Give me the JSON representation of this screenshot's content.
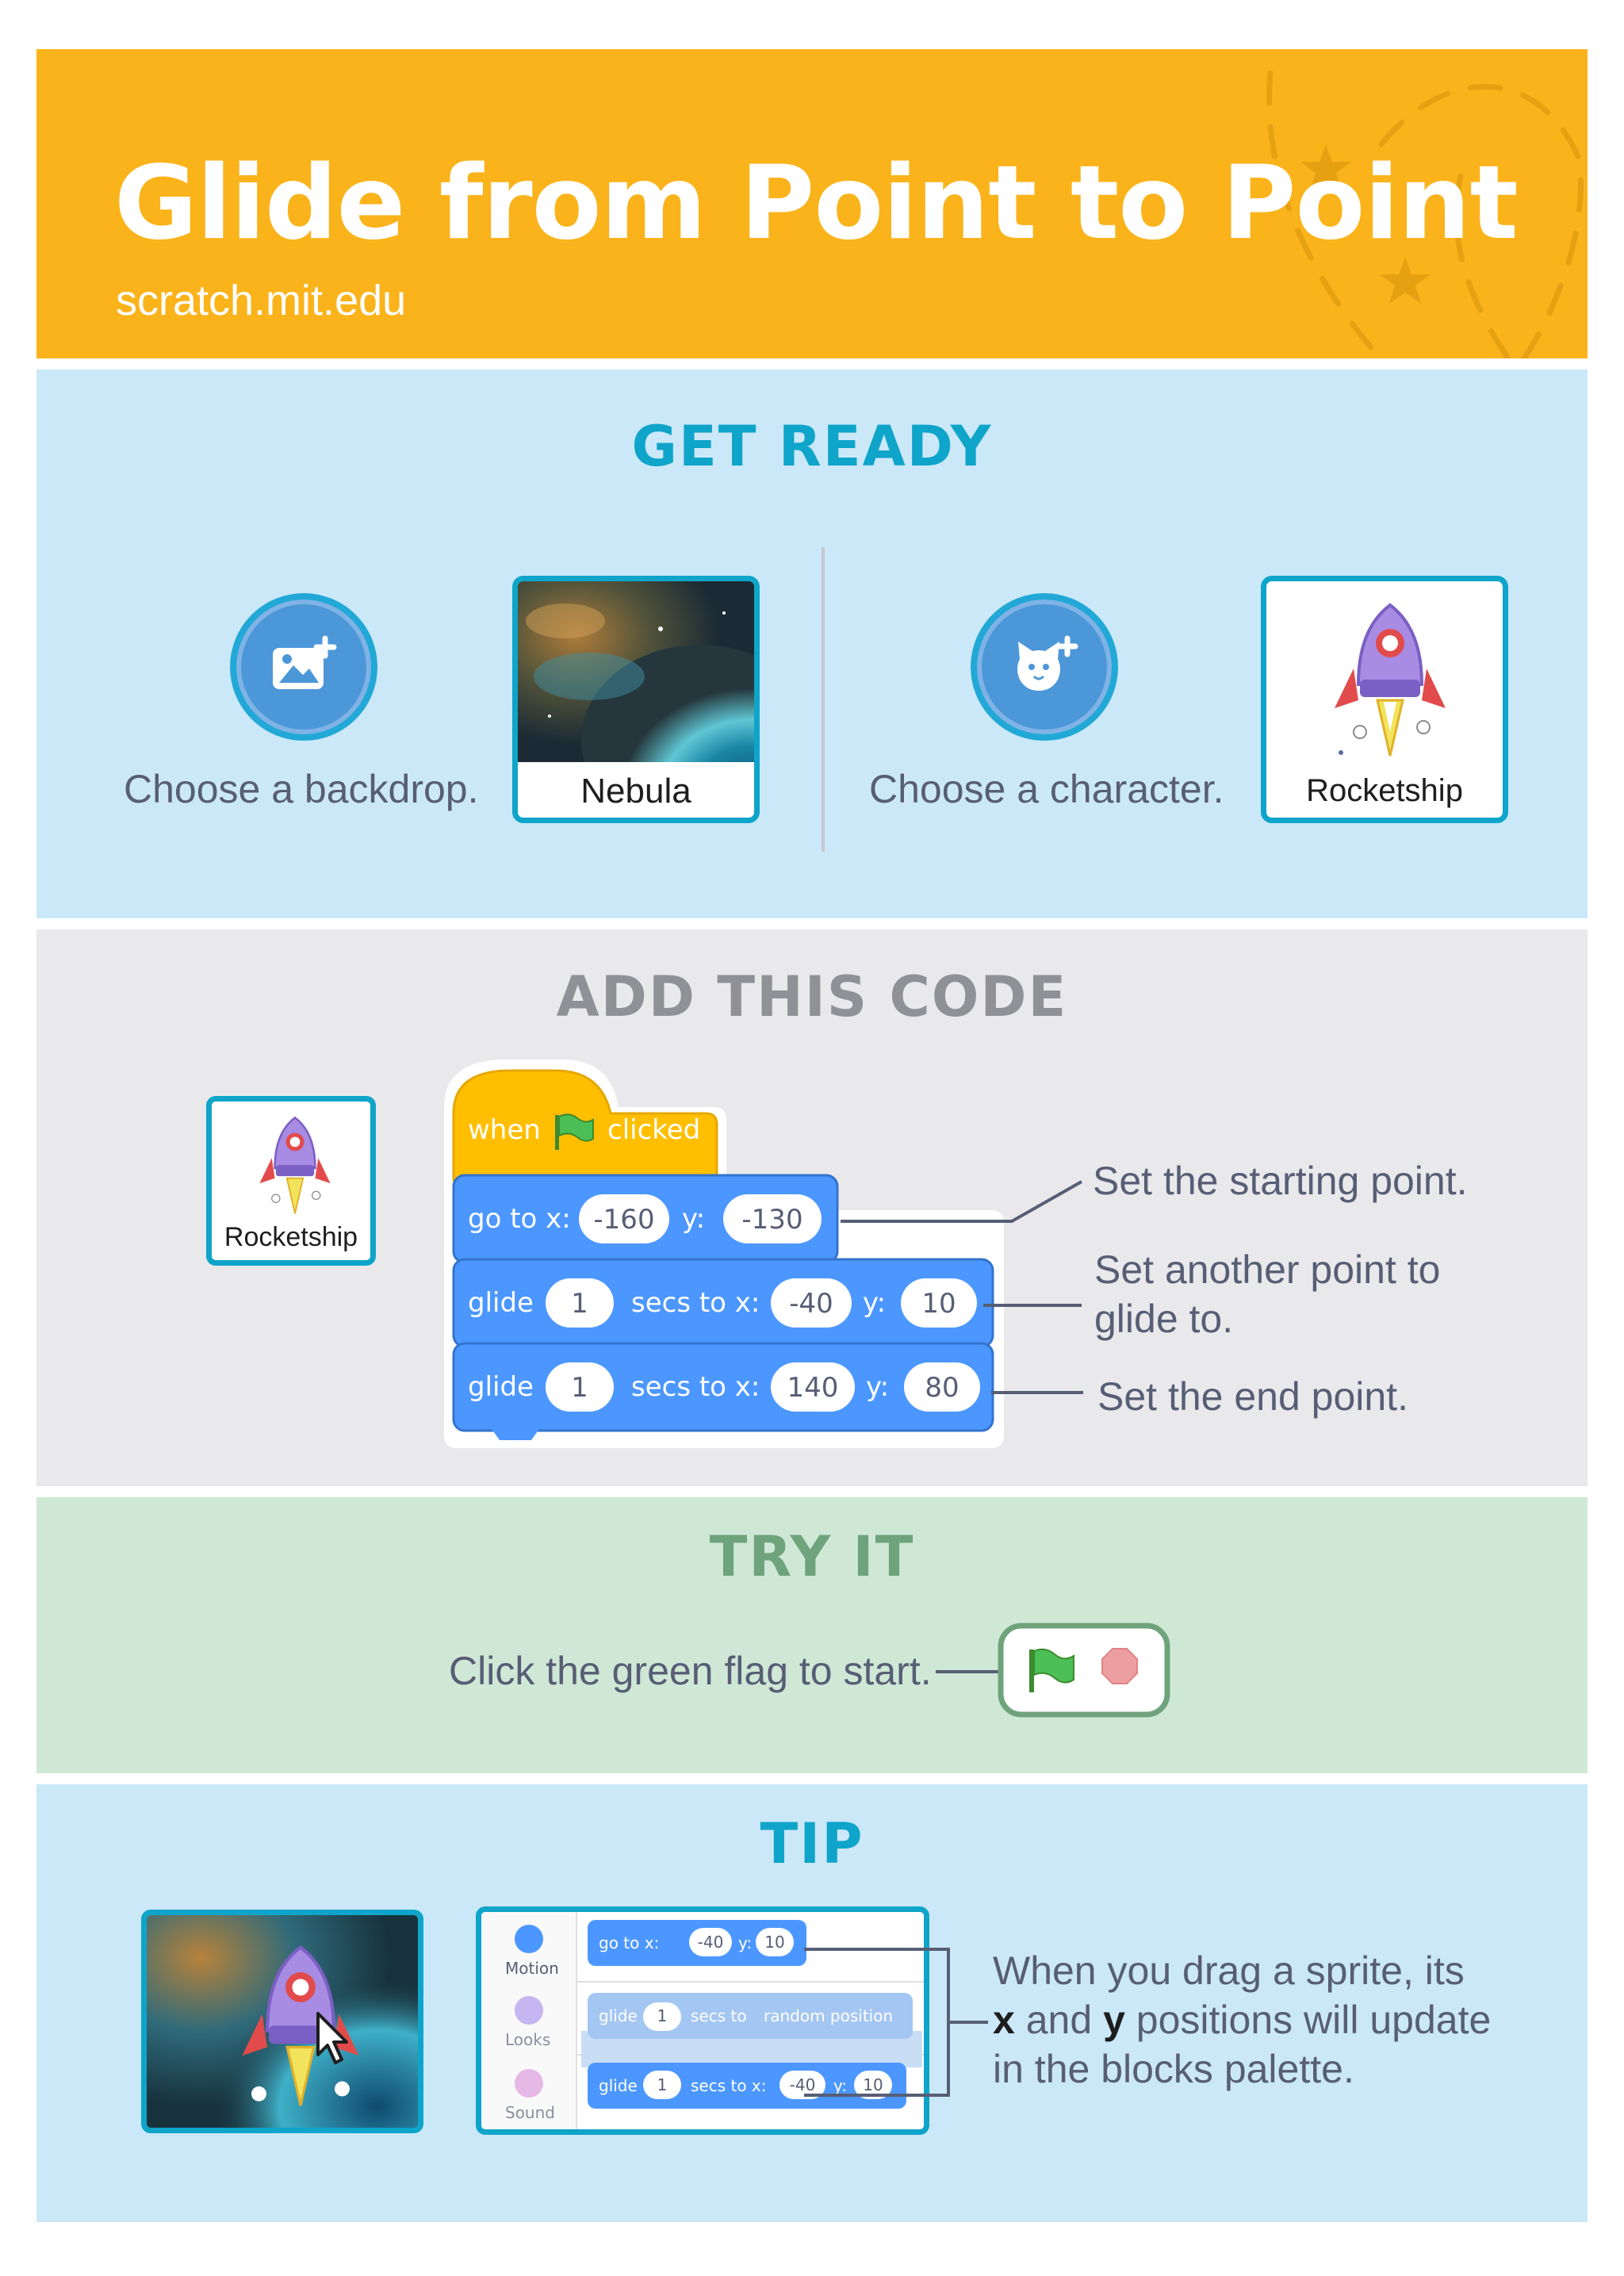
{
  "header": {
    "title": "Glide from Point to Point",
    "url": "scratch.mit.edu",
    "color": "#fbb31b"
  },
  "get_ready": {
    "heading": "GET READY",
    "backdrop": {
      "button_icon": "backdrop-icon",
      "caption": "Choose a backdrop.",
      "card_label": "Nebula"
    },
    "character": {
      "button_icon": "sprite-cat-icon",
      "caption": "Choose a character.",
      "card_label": "Rocketship"
    }
  },
  "add_code": {
    "heading": "ADD THIS CODE",
    "sprite_label": "Rocketship",
    "hat_block": {
      "when": "when",
      "icon": "green-flag-icon",
      "clicked": "clicked"
    },
    "goto_block": {
      "label": "go to x:",
      "x": "-160",
      "y_label": "y:",
      "y": "-130"
    },
    "glide_blocks": [
      {
        "label": "glide",
        "secs": "1",
        "secs_label": "secs to x:",
        "x": "-40",
        "y_label": "y:",
        "y": "10"
      },
      {
        "label": "glide",
        "secs": "1",
        "secs_label": "secs to x:",
        "x": "140",
        "y_label": "y:",
        "y": "80"
      }
    ],
    "notes": {
      "start": "Set the starting point.",
      "another_line1": "Set another point to",
      "another_line2": "glide to.",
      "end": "Set the end point."
    },
    "block_colors": {
      "events": "#ffbf00",
      "motion": "#4c97ff"
    }
  },
  "try_it": {
    "heading": "TRY IT",
    "caption": "Click the green flag to start.",
    "flag_icon": "green-flag-icon",
    "stop_icon": "stop-sign-icon"
  },
  "tip": {
    "heading": "TIP",
    "palette": {
      "categories": [
        "Motion",
        "Looks",
        "Sound"
      ],
      "goto": {
        "label": "go to x:",
        "x": "-40",
        "y_label": "y:",
        "y": "10"
      },
      "glide_random": {
        "label": "glide",
        "secs": "1",
        "secs_label": "secs to",
        "target": "random position"
      },
      "glide_xy": {
        "label": "glide",
        "secs": "1",
        "secs_label": "secs to x:",
        "x": "-40",
        "y_label": "y:",
        "y": "10"
      }
    },
    "text": {
      "line1": "When you drag a sprite, its",
      "x": "x",
      "and": "and",
      "y": "y",
      "line2_rest": "positions will update",
      "line3": "in the blocks palette."
    }
  }
}
